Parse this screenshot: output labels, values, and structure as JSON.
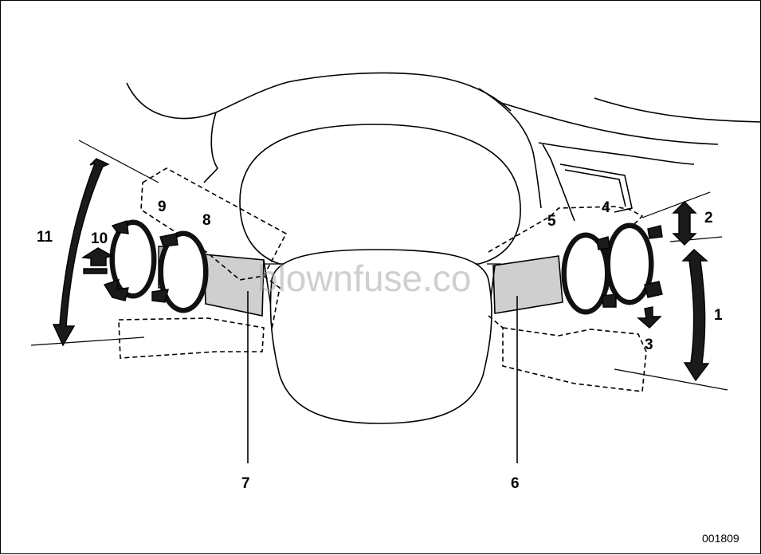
{
  "callouts": {
    "c1": "1",
    "c2": "2",
    "c3": "3",
    "c4": "4",
    "c5": "5",
    "c6": "6",
    "c7": "7",
    "c8": "8",
    "c9": "9",
    "c10": "10",
    "c11": "11"
  },
  "figure_code": "001809",
  "watermark": "blownfuse.co",
  "colors": {
    "column_grey": "#cfcfcf",
    "arrow_fill": "#1a1a1a",
    "line": "#000000"
  }
}
